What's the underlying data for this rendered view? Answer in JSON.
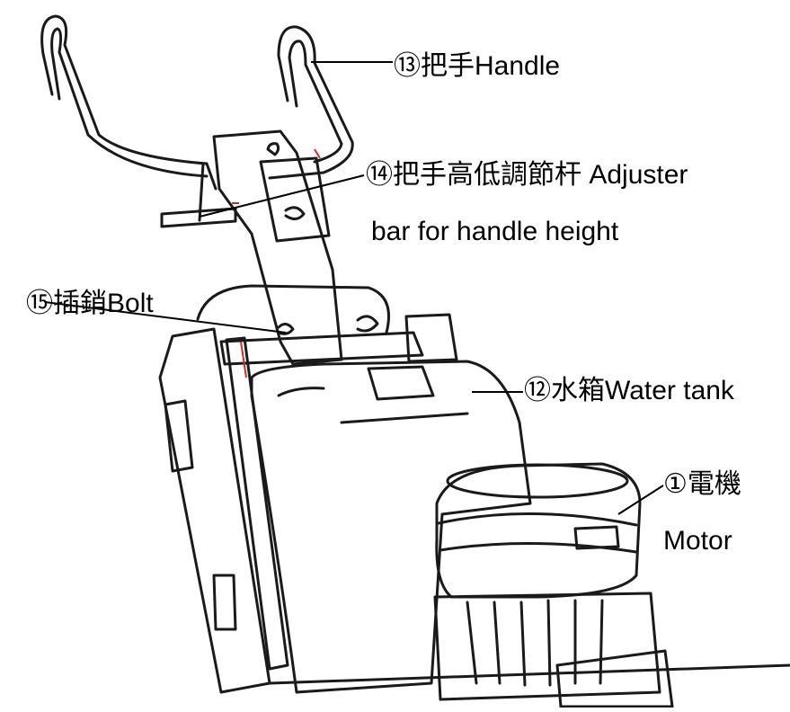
{
  "labels": {
    "handle": "⑬把手Handle",
    "adjuster_line1": "⑭把手高低調節杆 Adjuster",
    "adjuster_line2": "bar for handle height",
    "bolt": "⑮插銷Bolt",
    "water_tank": "⑫水箱Water tank",
    "motor_line1": "①電機",
    "motor_line2": "Motor"
  },
  "colors": {
    "line": "#000000",
    "frame_outline": "#1a1a1a",
    "accent_red": "#c8302a",
    "background": "#ffffff"
  }
}
